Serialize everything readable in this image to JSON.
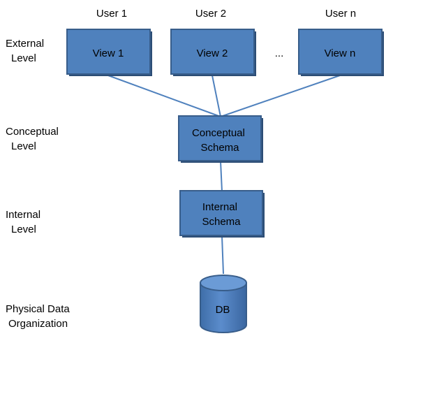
{
  "levels": {
    "external": [
      "External",
      "Level"
    ],
    "conceptual": [
      "Conceptual",
      "Level"
    ],
    "internal": [
      "Internal",
      "Level"
    ],
    "physical": [
      "Physical Data",
      "Organization"
    ]
  },
  "users": [
    "User 1",
    "User 2",
    "User n"
  ],
  "views": [
    "View 1",
    "View 2",
    "View n"
  ],
  "ellipsis": "...",
  "conceptual_schema": [
    "Conceptual",
    "Schema"
  ],
  "internal_schema": [
    "Internal",
    "Schema"
  ],
  "db_label": "DB",
  "colors": {
    "box_fill": "#4f81bd",
    "box_border": "#385d8a",
    "box_shadow": "#2c4d75",
    "connector": "#4f81bd",
    "text": "#000000"
  }
}
